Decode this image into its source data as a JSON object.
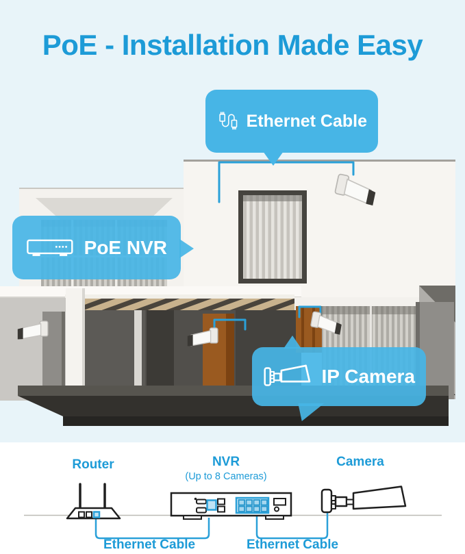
{
  "title": "PoE - Installation Made Easy",
  "colors": {
    "background_top": "#e8f4f9",
    "background_bottom": "#ffffff",
    "accent_text": "#1d9bd7",
    "callout_fill": "#47b5e6",
    "cable_line": "#2aa0d8",
    "port_highlight": "#a5d7ef"
  },
  "callouts": {
    "ethernet_cable": {
      "label": "Ethernet Cable",
      "icon": "ethernet-cable-icon"
    },
    "poe_nvr": {
      "label": "PoE NVR",
      "icon": "nvr-icon"
    },
    "ip_camera": {
      "label": "IP Camera",
      "icon": "bullet-camera-icon"
    }
  },
  "diagram": {
    "router_label": "Router",
    "nvr_label": "NVR",
    "nvr_sublabel": "(Up to 8 Cameras)",
    "camera_label": "Camera",
    "connection1_label": "Ethernet Cable",
    "connection2_label": "Ethernet Cable",
    "nvr_port_count": 8
  },
  "icons": {
    "ethernet_cable": "two RJ45 plugs joined by looped cable",
    "nvr": "recorder box outline with four dots",
    "ip_camera": "bullet camera outline",
    "router": "trapezoid router with two antennas"
  }
}
